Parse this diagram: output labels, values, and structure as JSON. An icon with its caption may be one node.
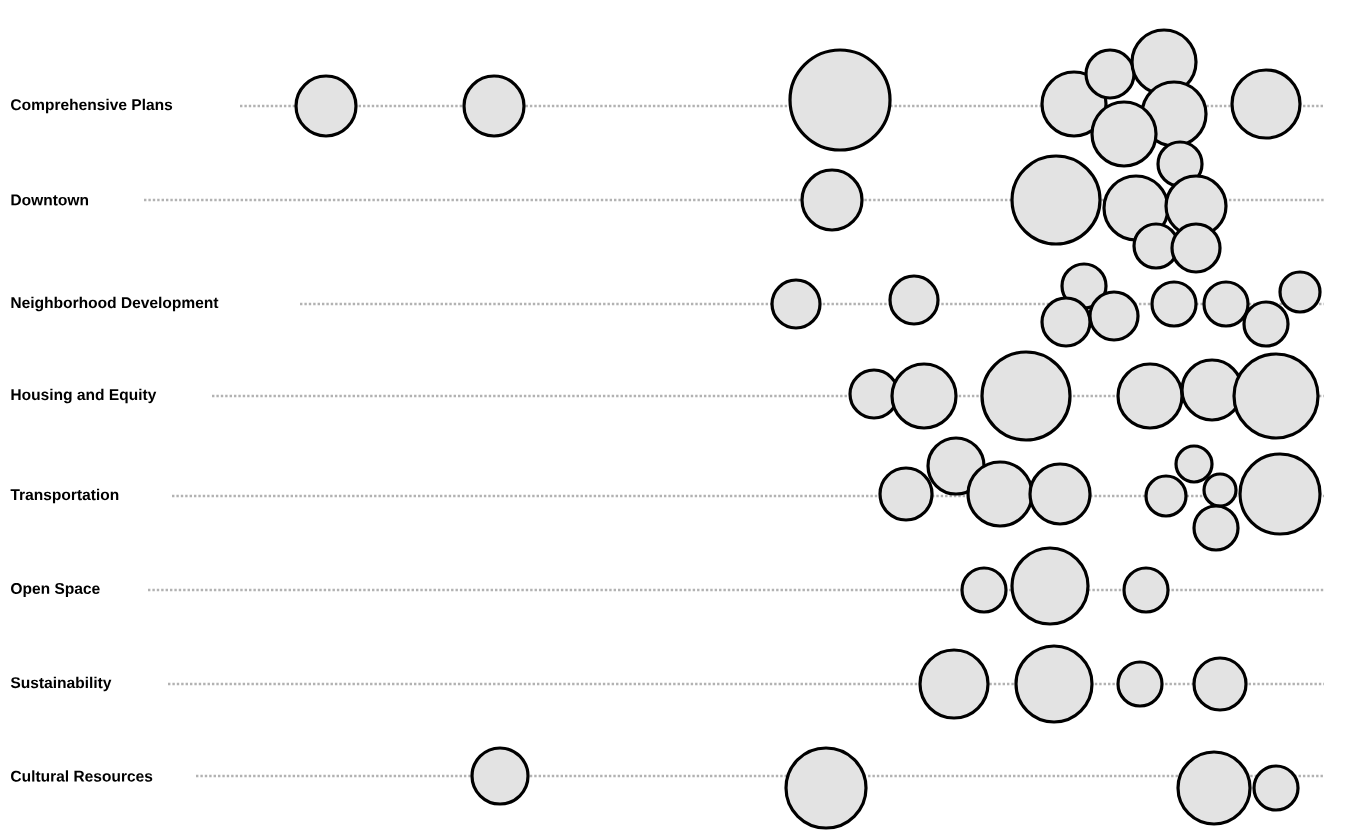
{
  "diagram": {
    "nodes": [
      {
        "text": [],
        "shape": "circle"
      },
      {
        "text": [],
        "shape": "circle"
      },
      {
        "text": [],
        "shape": "circle"
      },
      {
        "text": [],
        "shape": "circle"
      },
      {
        "text": [],
        "shape": "circle"
      },
      {
        "text": [],
        "shape": "circle"
      },
      {
        "text": [],
        "shape": "circle"
      },
      {
        "text": [],
        "shape": "circle"
      },
      {
        "text": [],
        "shape": "circle"
      },
      {
        "text": [],
        "shape": "circle"
      },
      {
        "text": [],
        "shape": "circle"
      },
      {
        "text": [],
        "shape": "circle"
      },
      {
        "text": [],
        "shape": "circle"
      },
      {
        "text": [],
        "shape": "circle"
      },
      {
        "text": [],
        "shape": "circle"
      },
      {
        "text": [],
        "shape": "circle"
      },
      {
        "text": [],
        "shape": "circle"
      },
      {
        "text": [],
        "shape": "circle"
      },
      {
        "text": [],
        "shape": "circle"
      },
      {
        "text": [],
        "shape": "circle"
      },
      {
        "text": [],
        "shape": "circle"
      },
      {
        "text": [],
        "shape": "circle"
      },
      {
        "text": [],
        "shape": "circle"
      },
      {
        "text": [],
        "shape": "circle"
      },
      {
        "text": [],
        "shape": "circle"
      },
      {
        "text": [],
        "shape": "circle"
      },
      {
        "text": [],
        "shape": "circle"
      },
      {
        "text": [],
        "shape": "circle"
      },
      {
        "text": [],
        "shape": "circle"
      },
      {
        "text": [],
        "shape": "circle"
      },
      {
        "text": [],
        "shape": "circle"
      },
      {
        "text": [],
        "shape": "circle"
      },
      {
        "text": [],
        "shape": "circle"
      },
      {
        "text": [],
        "shape": "circle"
      },
      {
        "text": [],
        "shape": "circle"
      },
      {
        "text": [],
        "shape": "circle"
      },
      {
        "text": [],
        "shape": "circle"
      },
      {
        "text": [],
        "shape": "circle"
      },
      {
        "text": [],
        "shape": "circle"
      },
      {
        "text": [],
        "shape": "circle"
      },
      {
        "text": [],
        "shape": "circle"
      },
      {
        "text": [],
        "shape": "circle"
      },
      {
        "text": [],
        "shape": "circle"
      },
      {
        "text": [],
        "shape": "circle"
      },
      {
        "text": [],
        "shape": "circle"
      },
      {
        "text": [],
        "shape": "circle"
      },
      {
        "text": [],
        "shape": "circle"
      },
      {
        "text": [],
        "shape": "circle"
      },
      {
        "text": [],
        "shape": "circle"
      },
      {
        "text": [],
        "shape": "circle"
      },
      {
        "text": [],
        "shape": "circle"
      }
    ],
    "labels": [
      "Comprehensive Plans",
      "Downtown",
      "Neighborhood Development",
      "Housing and Equity",
      "Transportation",
      "Open Space",
      "Sustainability",
      "Cultural Resources"
    ]
  }
}
